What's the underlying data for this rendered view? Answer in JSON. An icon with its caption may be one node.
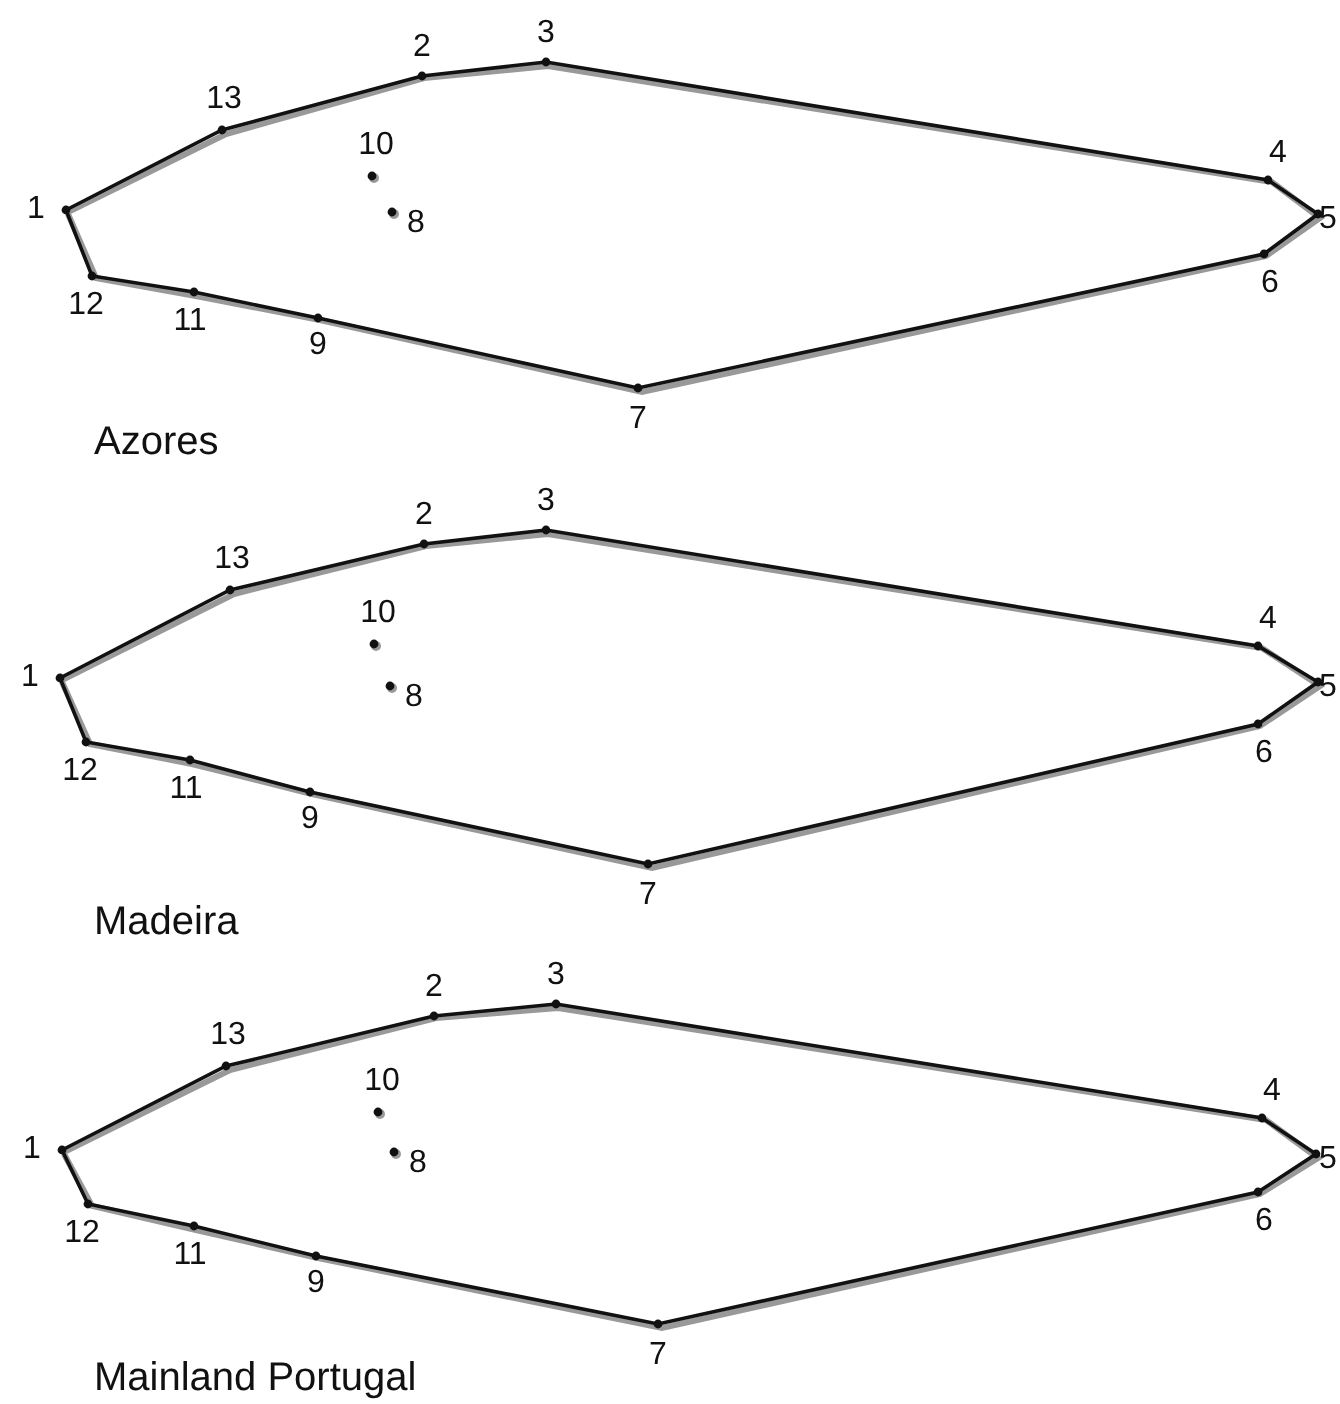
{
  "diagram": {
    "labels": [
      "1",
      "2",
      "3",
      "4",
      "5",
      "6",
      "7",
      "8",
      "9",
      "10",
      "11",
      "12",
      "13",
      "Azores",
      "1",
      "2",
      "3",
      "4",
      "5",
      "6",
      "7",
      "8",
      "9",
      "10",
      "11",
      "12",
      "13",
      "Madeira",
      "1",
      "2",
      "3",
      "4",
      "5",
      "6",
      "7",
      "8",
      "9",
      "10",
      "11",
      "12",
      "13",
      "Mainland Portugal"
    ]
  }
}
